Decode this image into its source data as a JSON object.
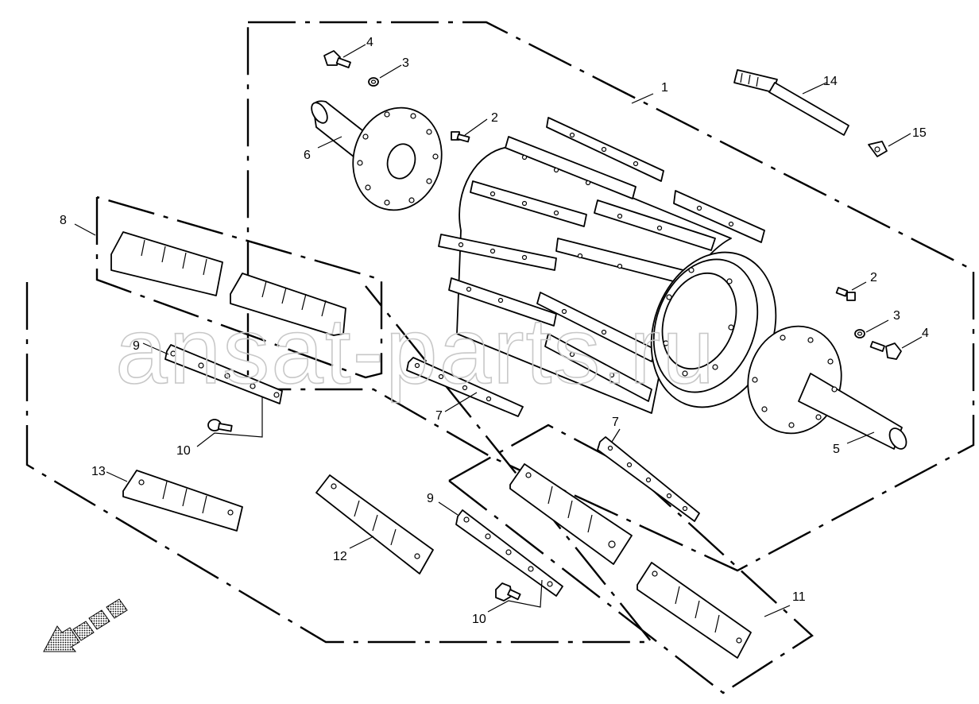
{
  "watermark": "ansat-parts.ru",
  "callouts": {
    "c1": "1",
    "c2a": "2",
    "c2b": "2",
    "c3a": "3",
    "c3b": "3",
    "c4a": "4",
    "c4b": "4",
    "c5": "5",
    "c6": "6",
    "c7a": "7",
    "c7b": "7",
    "c8": "8",
    "c9a": "9",
    "c9b": "9",
    "c10a": "10",
    "c10b": "10",
    "c11": "11",
    "c12": "12",
    "c13": "13",
    "c14": "14",
    "c15": "15"
  },
  "icons": {
    "direction": "front-direction-arrow-icon"
  }
}
